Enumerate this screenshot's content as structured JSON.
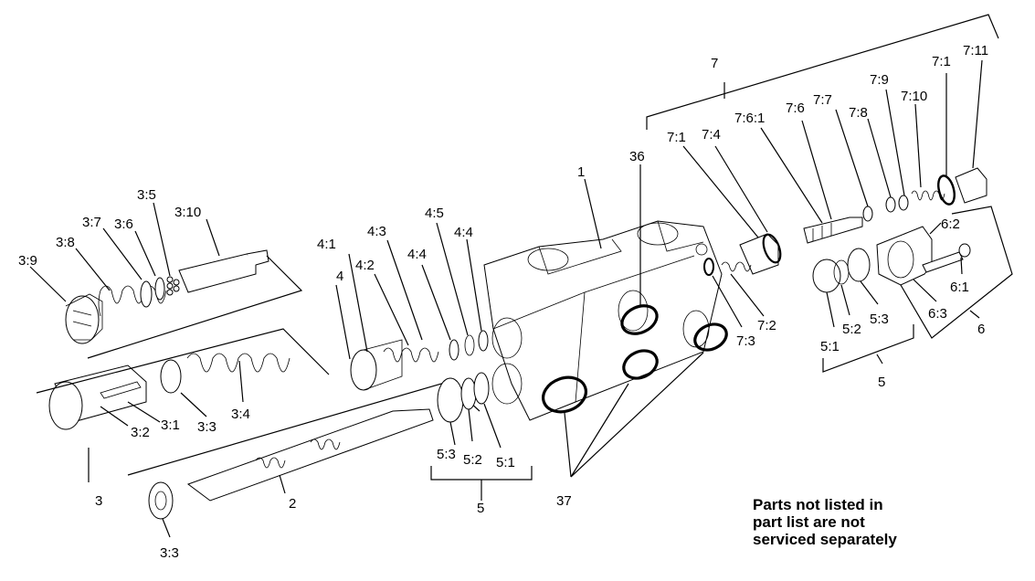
{
  "labels": {
    "l1": "1",
    "l2": "2",
    "l3": "3",
    "l3_1": "3:1",
    "l3_2": "3:2",
    "l3_3a": "3:3",
    "l3_3b": "3:3",
    "l3_4": "3:4",
    "l3_5": "3:5",
    "l3_6": "3:6",
    "l3_7": "3:7",
    "l3_8": "3:8",
    "l3_9": "3:9",
    "l3_10": "3:10",
    "l4": "4",
    "l4_1": "4:1",
    "l4_2": "4:2",
    "l4_3": "4:3",
    "l4_4a": "4:4",
    "l4_4b": "4:4",
    "l4_5": "4:5",
    "l5a": "5",
    "l5b": "5",
    "l5_1a": "5:1",
    "l5_1b": "5:1",
    "l5_2a": "5:2",
    "l5_2b": "5:2",
    "l5_3a": "5:3",
    "l5_3b": "5:3",
    "l6": "6",
    "l6_1": "6:1",
    "l6_2": "6:2",
    "l6_3": "6:3",
    "l7": "7",
    "l7_1a": "7:1",
    "l7_1b": "7:1",
    "l7_2": "7:2",
    "l7_3": "7:3",
    "l7_4": "7:4",
    "l7_6": "7:6",
    "l7_6_1": "7:6:1",
    "l7_7": "7:7",
    "l7_8": "7:8",
    "l7_9": "7:9",
    "l7_10": "7:10",
    "l7_11": "7:11",
    "l36": "36",
    "l37": "37"
  },
  "note": {
    "line1": "Parts not listed in",
    "line2": "part list are not",
    "line3": "serviced separately"
  }
}
